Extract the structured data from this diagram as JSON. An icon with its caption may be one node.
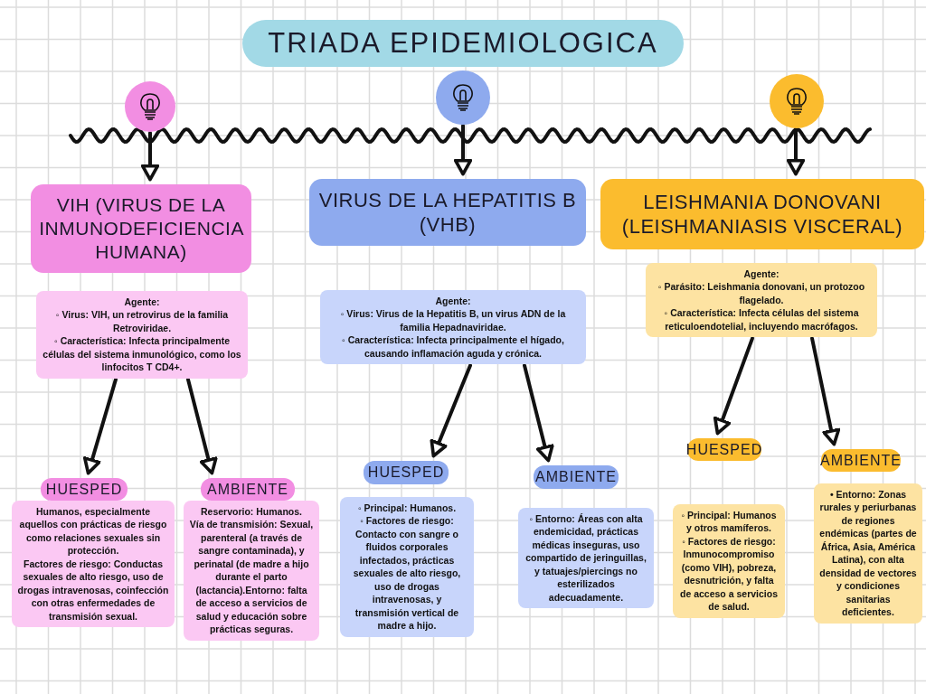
{
  "diagram": {
    "title": "TRIADA EPIDEMIOLOGICA",
    "nodes": [
      {
        "text": [],
        "shape": "circle"
      },
      {
        "text": [],
        "shape": "circle"
      },
      {
        "text": [],
        "shape": "circle"
      },
      {
        "text": [
          "VIH (VIRUS DE LA INMUNODEFICIENCIA HUMANA)"
        ]
      },
      {
        "text": [
          "VIRUS DE LA HEPATITIS B (VHB)"
        ]
      },
      {
        "text": [
          "LEISHMANIA DONOVANI (LEISHMANIASIS VISCERAL)"
        ]
      },
      {
        "text": [
          "Agente:",
          "◦ Virus: VIH, un retrovirus de la familia Retroviridae.",
          "◦ Característica: Infecta principalmente células del sistema inmunológico, como los linfocitos T CD4+."
        ]
      },
      {
        "text": [
          "HUESPED"
        ]
      },
      {
        "text": [
          "Humanos, especialmente aquellos con prácticas de riesgo como relaciones sexuales sin protección.",
          "Factores de riesgo: Conductas sexuales de alto riesgo, uso de drogas intravenosas, coinfección con otras enfermedades de transmisión sexual."
        ]
      },
      {
        "text": [
          "AMBIENTE"
        ]
      },
      {
        "text": [
          "Reservorio: Humanos.",
          "Vía de transmisión: Sexual, parenteral (a través de sangre contaminada), y perinatal (de madre a hijo durante el parto (lactancia).Entorno:  falta de acceso a servicios de salud y educación sobre prácticas seguras."
        ]
      },
      {
        "text": [
          "Agente:",
          "◦ Virus: Virus de la Hepatitis B, un virus ADN de la familia Hepadnaviridae.",
          "◦ Característica: Infecta principalmente el hígado, causando inflamación aguda y crónica."
        ]
      },
      {
        "text": [
          "HUESPED"
        ]
      },
      {
        "text": [
          "◦ Principal: Humanos.",
          "◦ Factores de riesgo: Contacto con sangre o fluidos corporales infectados, prácticas sexuales de alto riesgo, uso de drogas intravenosas, y transmisión vertical de madre a hijo."
        ]
      },
      {
        "text": [
          "AMBIENTE"
        ]
      },
      {
        "text": [
          "◦ Entorno: Áreas con alta endemicidad, prácticas médicas inseguras, uso compartido de jeringuillas, y tatuajes/piercings no esterilizados adecuadamente."
        ]
      },
      {
        "text": [
          "Agente:",
          "◦ Parásito: Leishmania donovani, un protozoo flagelado.",
          "◦ Característica: Infecta células del sistema reticuloendotelial, incluyendo macrófagos."
        ]
      },
      {
        "text": [
          "HUESPED"
        ]
      },
      {
        "text": [
          "◦ Principal: Humanos y otros mamíferos.",
          "◦ Factores de riesgo: Inmunocompromiso (como VIH), pobreza, desnutrición, y falta de acceso a servicios de salud."
        ]
      },
      {
        "text": [
          "AMBIENTE"
        ]
      },
      {
        "text": [
          "• Entorno: Zonas rurales y periurbanas de regiones endémicas (partes de África, Asia, América Latina), con alta densidad de vectores y condiciones sanitarias deficientes."
        ]
      }
    ],
    "edges": [
      {
        "from": 0,
        "to": 3,
        "arrow": "to"
      },
      {
        "from": 1,
        "to": 4,
        "arrow": "to"
      },
      {
        "from": 2,
        "to": 5,
        "arrow": "to"
      },
      {
        "from": 6,
        "to": 7,
        "arrow": "to"
      },
      {
        "from": 6,
        "to": 9,
        "arrow": "to"
      },
      {
        "from": 11,
        "to": 12,
        "arrow": "to"
      },
      {
        "from": 11,
        "to": 14,
        "arrow": "to"
      },
      {
        "from": 16,
        "to": 17,
        "arrow": "to"
      },
      {
        "from": 16,
        "to": 19,
        "arrow": "to"
      }
    ]
  }
}
